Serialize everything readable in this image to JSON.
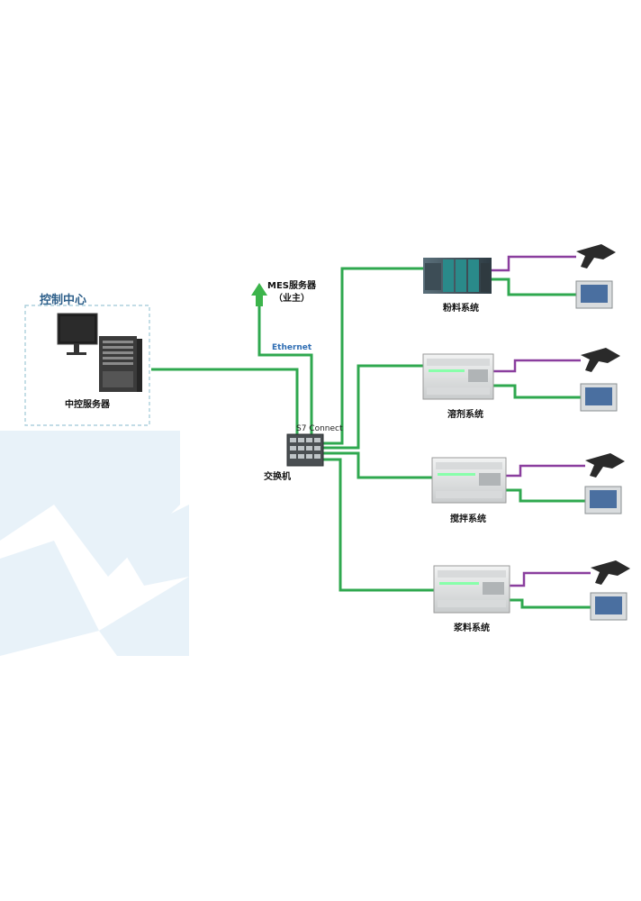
{
  "control_center": {
    "title": "控制中心",
    "server_label": "中控服务器"
  },
  "mes": {
    "line1": "MES服务器",
    "line2": "（业主）"
  },
  "network": {
    "ethernet_label": "Ethernet",
    "s7_label": "S7 Connect",
    "switch_label": "交换机"
  },
  "subsystems": [
    {
      "label": "粉料系统",
      "device": "plc-rack"
    },
    {
      "label": "溶剂系统",
      "device": "plc-compact"
    },
    {
      "label": "搅拌系统",
      "device": "plc-compact"
    },
    {
      "label": "浆料系统",
      "device": "plc-compact"
    }
  ],
  "colors": {
    "network_line": "#2fa84f",
    "scanner_line": "#8a3e9e",
    "accent_arrow": "#3cb44b",
    "title_blue": "#2d5f8a",
    "ethernet_blue": "#2e6db3",
    "dashed_border": "#9ec7d6",
    "watermark": "#e6f1f8"
  },
  "icons": [
    "monitor-icon",
    "server-tower-icon",
    "switch-icon",
    "barcode-scanner-icon",
    "hmi-panel-icon",
    "plc-icon"
  ]
}
